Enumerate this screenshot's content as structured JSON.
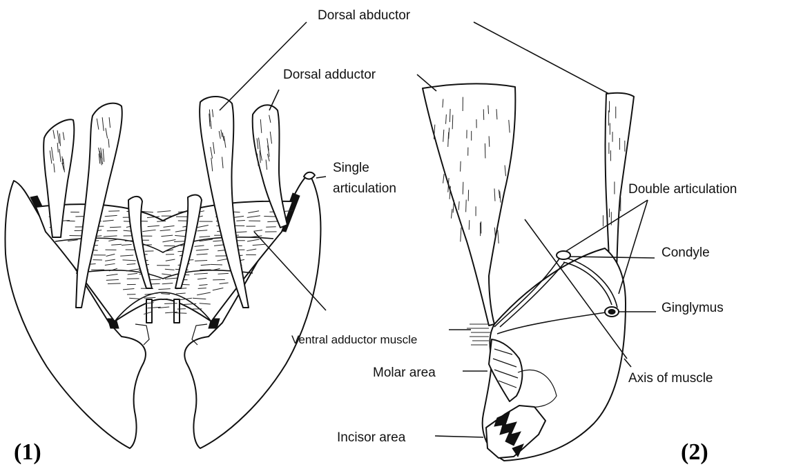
{
  "labels": {
    "dorsal_abductor": "Dorsal abductor",
    "dorsal_adductor": "Dorsal adductor",
    "single_articulation_line1": "Single",
    "single_articulation_line2": "articulation",
    "double_articulation": "Double articulation",
    "condyle": "Condyle",
    "ginglymus": "Ginglymus",
    "ventral_adductor_muscle": "Ventral adductor muscle",
    "molar_area": "Molar area",
    "axis_of_muscle": "Axis of muscle",
    "incisor_area": "Incisor area"
  },
  "panels": {
    "panel_1": "(1)",
    "panel_2": "(2)"
  }
}
